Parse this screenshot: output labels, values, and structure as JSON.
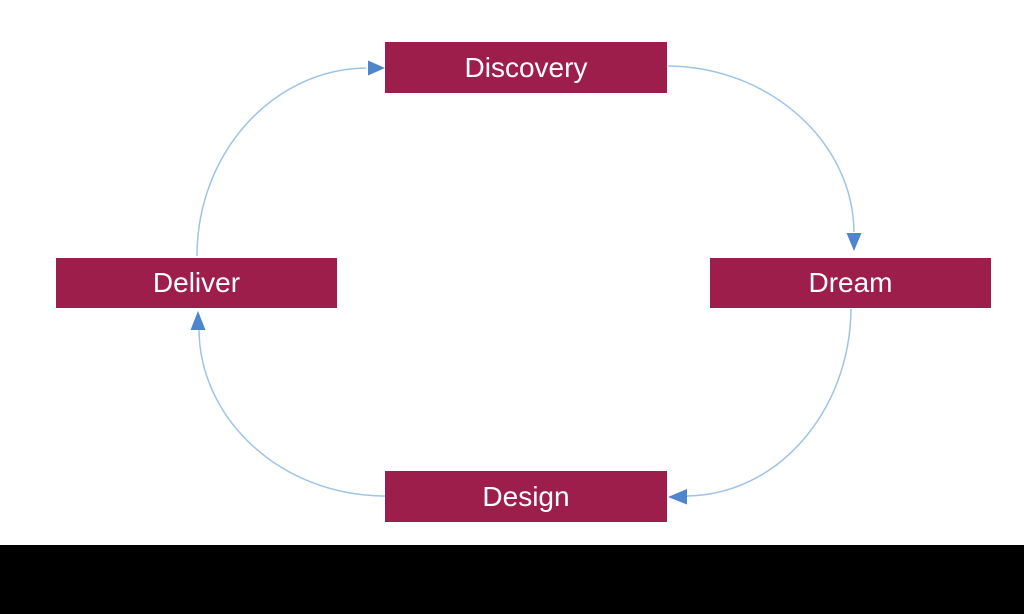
{
  "diagram": {
    "type": "cycle",
    "direction": "clockwise",
    "nodes": [
      {
        "id": "discovery",
        "label": "Discovery",
        "position": "top"
      },
      {
        "id": "dream",
        "label": "Dream",
        "position": "right"
      },
      {
        "id": "design",
        "label": "Design",
        "position": "bottom"
      },
      {
        "id": "deliver",
        "label": "Deliver",
        "position": "left"
      }
    ],
    "edges": [
      {
        "from": "Deliver",
        "to": "Discovery"
      },
      {
        "from": "Discovery",
        "to": "Dream"
      },
      {
        "from": "Dream",
        "to": "Design"
      },
      {
        "from": "Design",
        "to": "Deliver"
      }
    ]
  },
  "colors": {
    "background": "#FFFFFF",
    "node_fill": "#9E1E4B",
    "node_text": "#FFFFFF",
    "arrow_line": "#9DC3E6",
    "arrow_head": "#4E86CD",
    "footer_bar": "#000000"
  }
}
